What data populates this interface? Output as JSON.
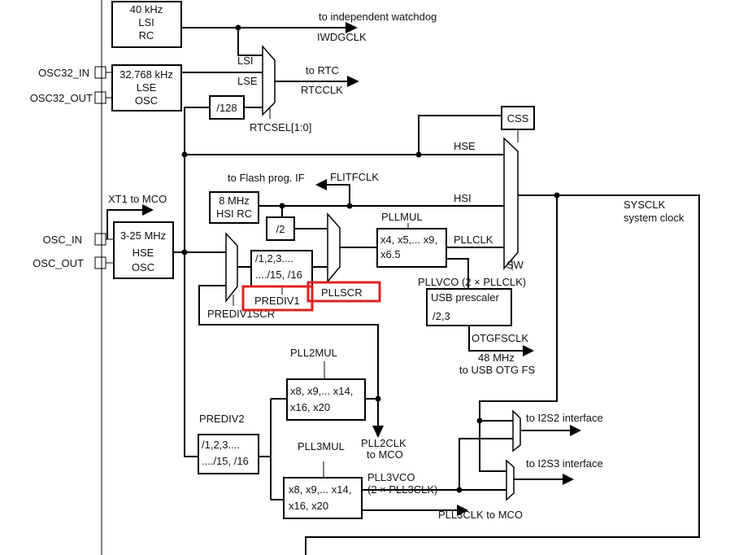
{
  "lsi": {
    "l1": "40 kHz",
    "l2": "LSI",
    "l3": "RC"
  },
  "lse": {
    "l1": "32.768 kHz",
    "l2": "LSE",
    "l3": "OSC"
  },
  "hsi": {
    "l1": "8 MHz",
    "l2": "HSI RC"
  },
  "hse": {
    "l1": "3-25 MHz",
    "l2": "HSE",
    "l3": "OSC"
  },
  "pins": {
    "osc32_in": "OSC32_IN",
    "osc32_out": "OSC32_OUT",
    "osc_in": "OSC_IN",
    "osc_out": "OSC_OUT"
  },
  "labels": {
    "to_iwdg": "to independent watchdog",
    "iwdgclk": "IWDGCLK",
    "mux_lsi": "LSI",
    "mux_lse": "LSE",
    "div128": "/128",
    "to_rtc": "to RTC",
    "rtcclk": "RTCCLK",
    "rtcsel": "RTCSEL[1:0]",
    "css": "CSS",
    "hse_line": "HSE",
    "hsi_line": "HSI",
    "to_flash": "to Flash prog. IF",
    "flitfclk": "FLITFCLK",
    "xt1_mco": "XT1 to MCO",
    "div2": "/2",
    "prediv1_l1": "/1,2,3....",
    "prediv1_l2": "..../15, /16",
    "prediv1": "PREDIV1",
    "prediv1scr": "PREDIV1SCR",
    "pllscr": "PLLSCR",
    "pllmul": "PLLMUL",
    "pllmul_l1": "x4, x5,... x9,",
    "pllmul_l2": "x6.5",
    "pllclk": "PLLCLK",
    "sw": "SW",
    "sysclk": "SYSCLK",
    "system_clock": "system clock",
    "pllvco": "PLLVCO (2 × PLLCLK)",
    "usb_l1": "USB prescaler",
    "usb_l2": "/2,3",
    "otgfsclk": "OTGFSCLK",
    "usb_48": "48 MHz",
    "usb_to": "to USB OTG FS",
    "pll2mul": "PLL2MUL",
    "pll2_l1": "x8, x9,... x14,",
    "pll2_l2": "x16, x20",
    "pll2clk": "PLL2CLK",
    "pll2clk_mco": "to MCO",
    "prediv2": "PREDIV2",
    "prediv2_l1": "/1,2,3....",
    "prediv2_l2": "..../15, /16",
    "pll3mul": "PLL3MUL",
    "pll3_l1": "x8, x9,... x14,",
    "pll3_l2": "x16, x20",
    "pll3vco": "PLL3VCO",
    "pll3vco_2": "(2 × PLL3CLK)",
    "pll3clk_mco": "PLL3CLK to MCO",
    "to_i2s2": "to I2S2 interface",
    "to_i2s3": "to I2S3 interface"
  },
  "highlight_color": "#e02020"
}
